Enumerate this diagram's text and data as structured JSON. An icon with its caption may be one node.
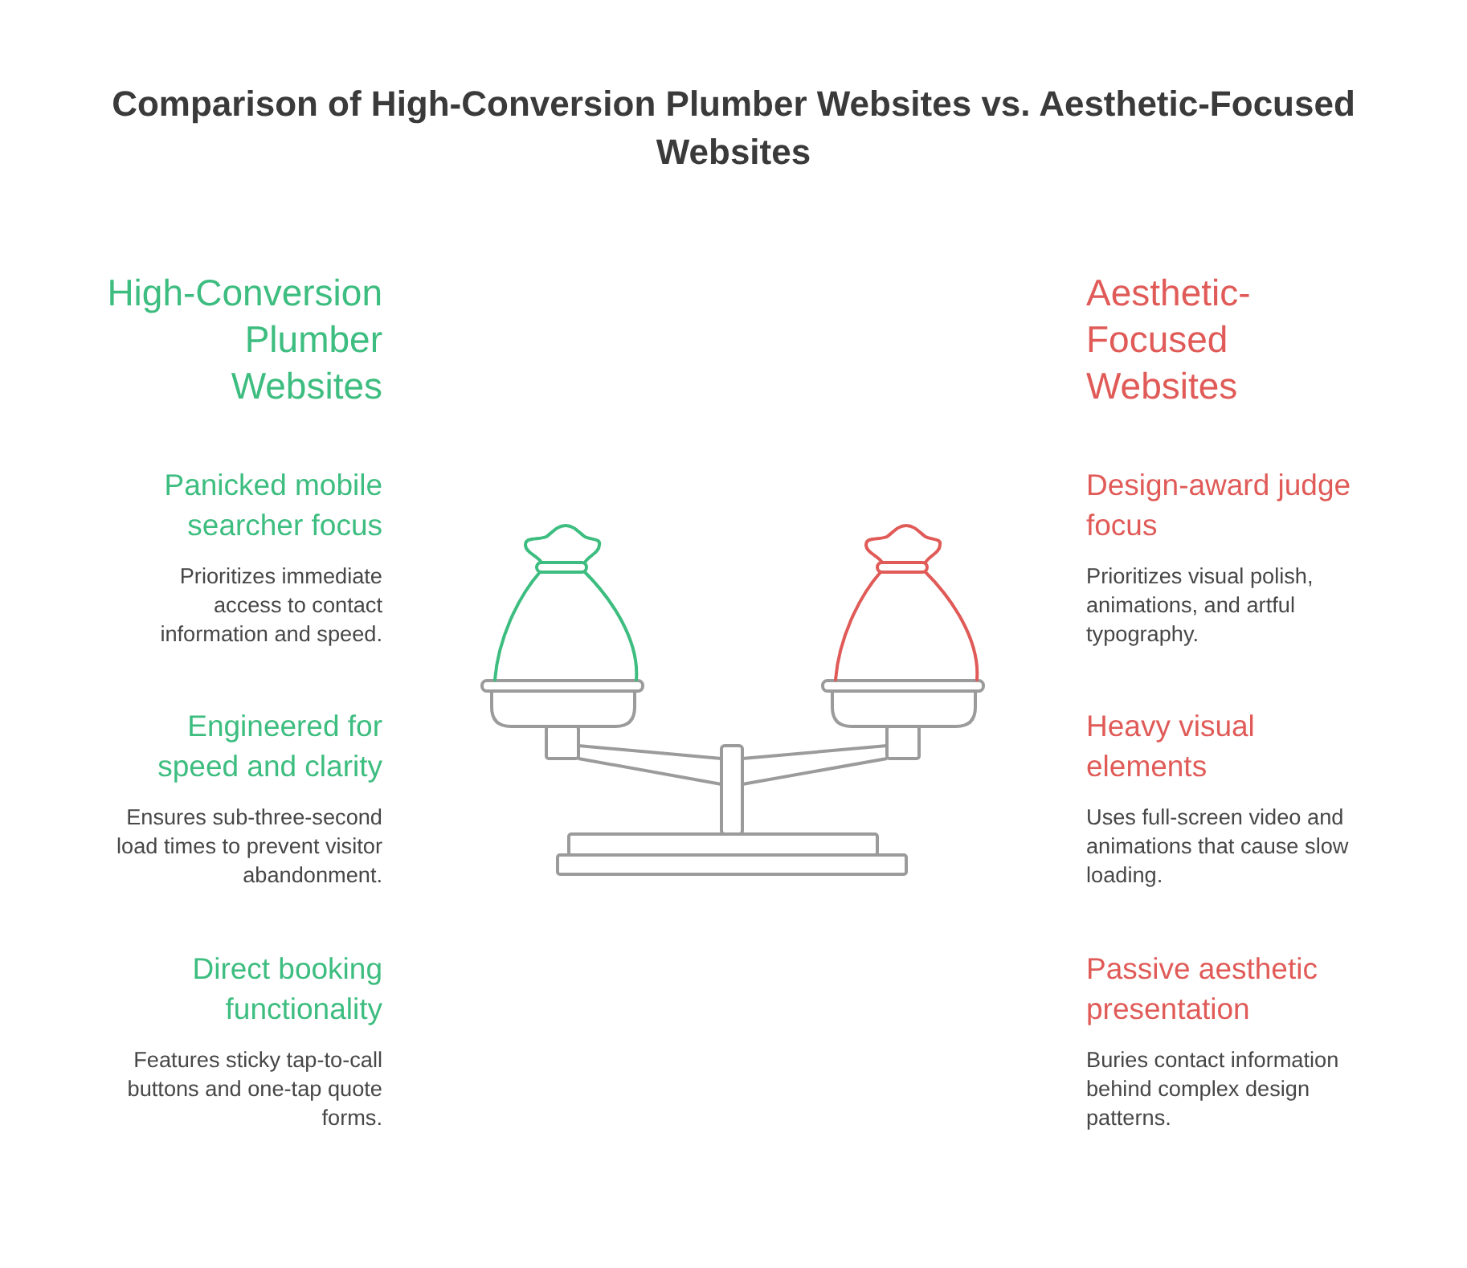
{
  "diagram": {
    "title": "Comparison of High-Conversion Plumber Websites vs. Aesthetic-Focused Websites",
    "labels": [
      "High-Conversion Plumber Websites",
      "Aesthetic-Focused Websites",
      "Panicked mobile searcher focus",
      "Prioritizes immediate access to contact information and speed.",
      "Design-award judge focus",
      "Prioritizes visual polish, animations, and artful typography.",
      "Engineered for speed and clarity",
      "Ensures sub-three-second load times to prevent visitor abandonment.",
      "Heavy visual elements",
      "Uses full-screen video and animations that cause slow loading.",
      "Direct booking functionality",
      "Features sticky tap-to-call buttons and one-tap quote forms.",
      "Passive aesthetic presentation",
      "Buries contact information behind complex design patterns."
    ]
  }
}
